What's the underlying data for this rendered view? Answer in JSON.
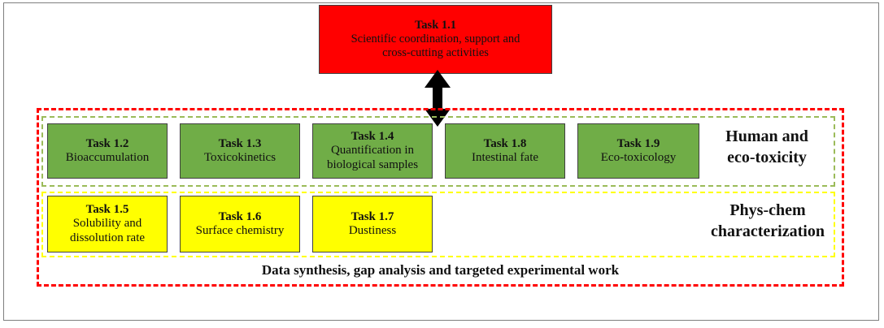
{
  "top_task": {
    "title": "Task 1.1",
    "line1": "Scientific coordination, support and",
    "line2": "cross-cutting activities",
    "color": "#ff0000"
  },
  "human_row": {
    "color": "#70ad47",
    "label_line1": "Human and",
    "label_line2": "eco-toxicity",
    "tasks": [
      {
        "title": "Task 1.2",
        "line1": "Bioaccumulation",
        "line2": ""
      },
      {
        "title": "Task 1.3",
        "line1": "Toxicokinetics",
        "line2": ""
      },
      {
        "title": "Task 1.4",
        "line1": "Quantification in",
        "line2": "biological samples"
      },
      {
        "title": "Task 1.8",
        "line1": "Intestinal fate",
        "line2": ""
      },
      {
        "title": "Task 1.9",
        "line1": "Eco-toxicology",
        "line2": ""
      }
    ]
  },
  "physchem_row": {
    "color": "#ffff00",
    "label_line1": "Phys-chem",
    "label_line2": "characterization",
    "tasks": [
      {
        "title": "Task 1.5",
        "line1": "Solubility and",
        "line2": "dissolution rate"
      },
      {
        "title": "Task 1.6",
        "line1": "Surface chemistry",
        "line2": ""
      },
      {
        "title": "Task 1.7",
        "line1": "Dustiness",
        "line2": ""
      }
    ]
  },
  "outer_group": {
    "label": "Data synthesis, gap analysis and targeted experimental work",
    "border_color": "#ff0000"
  },
  "arrow": {
    "icon": "double-headed-arrow-icon",
    "color": "#000000"
  }
}
